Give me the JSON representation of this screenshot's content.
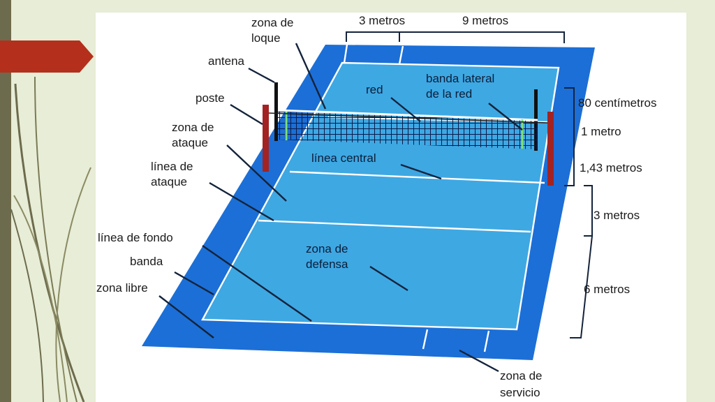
{
  "labels": {
    "zona_bloque": [
      "zona de",
      "loque"
    ],
    "antena": "antena",
    "poste": "poste",
    "zona_ataque": [
      "zona de",
      "ataque"
    ],
    "linea_ataque": [
      "línea de",
      "ataque"
    ],
    "linea_fondo": "línea de fondo",
    "banda": "banda",
    "zona_libre": "zona libre",
    "red": "red",
    "banda_lateral": [
      "banda lateral",
      "de la red"
    ],
    "linea_central": "línea central",
    "zona_defensa": [
      "zona de",
      "defensa"
    ],
    "zona_servicio": [
      "zona de",
      "servicio"
    ]
  },
  "dimensions": {
    "top_3": "3 metros",
    "top_9": "9 metros",
    "centimetros_80": "80 centímetros",
    "metro_1": "1 metro",
    "metros_143": "1,43 metros",
    "right_3": "3 metros",
    "right_6": "6 metros"
  },
  "colors": {
    "free_zone": "#1c6fd6",
    "court": "#3ea8e3",
    "lines": "#ffffff",
    "net": "#0a1a4a",
    "post": "#a32323",
    "accent_tab": "#b4301c",
    "stripe": "#6d6b4d"
  }
}
